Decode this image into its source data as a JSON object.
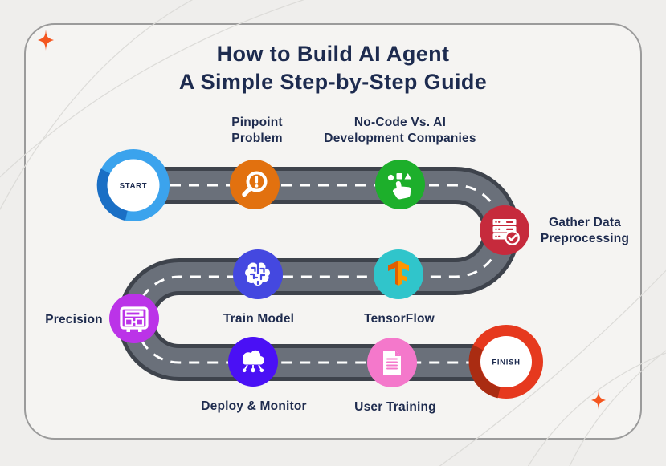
{
  "title": {
    "line1": "How to Build AI Agent",
    "line2": "A Simple Step-by-Step Guide"
  },
  "road": {
    "fill_color": "#6a707a",
    "outline_color": "#3e434c",
    "dash_color": "#ffffff"
  },
  "start_marker": {
    "label": "START",
    "ring_color": "#3ba3ed",
    "ring_shade": "#1a6fc5",
    "text_color": "#1d2b4f"
  },
  "finish_marker": {
    "label": "FINISH",
    "ring_color": "#e6391e",
    "ring_shade": "#aa2c12",
    "text_color": "#1d2b4f"
  },
  "steps": [
    {
      "id": "pinpoint-problem",
      "label_line1": "Pinpoint",
      "label_line2": "Problem",
      "color": "#e2710f",
      "icon": "magnifier-alert-icon"
    },
    {
      "id": "no-code-vs-ai",
      "label_line1": "No-Code Vs. AI",
      "label_line2": "Development Companies",
      "color": "#1daf2b",
      "icon": "tap-hand-icon"
    },
    {
      "id": "gather-data",
      "label_line1": "Gather Data",
      "label_line2": "Preprocessing",
      "color": "#c62a3c",
      "icon": "server-check-icon"
    },
    {
      "id": "train-model",
      "label_line1": "Train Model",
      "color": "#4448e0",
      "icon": "brain-icon"
    },
    {
      "id": "tensorflow",
      "label_line1": "TensorFlow",
      "color": "#30c5cb",
      "icon": "tensorflow-logo-icon",
      "logo_dark": "#e05f00",
      "logo_bright": "#ff9500"
    },
    {
      "id": "precision",
      "label_line1": "Precision",
      "color": "#bb33e8",
      "icon": "machine-icon"
    },
    {
      "id": "deploy-monitor",
      "label_line1": "Deploy & Monitor",
      "color": "#4a10f5",
      "icon": "cloud-network-icon"
    },
    {
      "id": "user-training",
      "label_line1": "User Training",
      "color": "#f478cb",
      "icon": "document-icon"
    }
  ],
  "decor": {
    "sparkle_color": "#f4561f",
    "arc_color": "#dcdbd8"
  }
}
